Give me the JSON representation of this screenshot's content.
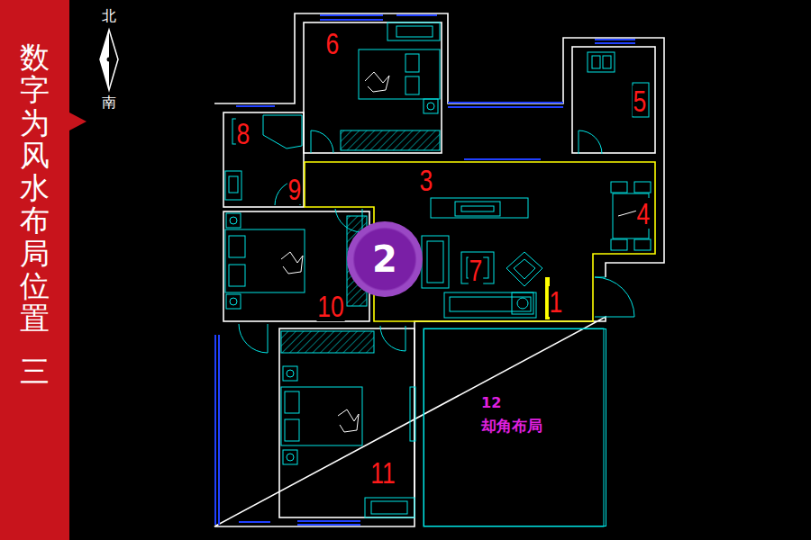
{
  "diagram": {
    "nodes": [
      {
        "text": [
          "数字为风水布局位置",
          "三"
        ]
      },
      {
        "text": [
          "2"
        ]
      },
      {
        "text": [
          "12",
          "却角布局"
        ]
      }
    ],
    "labels": [
      "北",
      "6",
      "5",
      "南",
      "8",
      "3",
      "9",
      "4",
      "7",
      "1",
      "10",
      "11"
    ]
  }
}
